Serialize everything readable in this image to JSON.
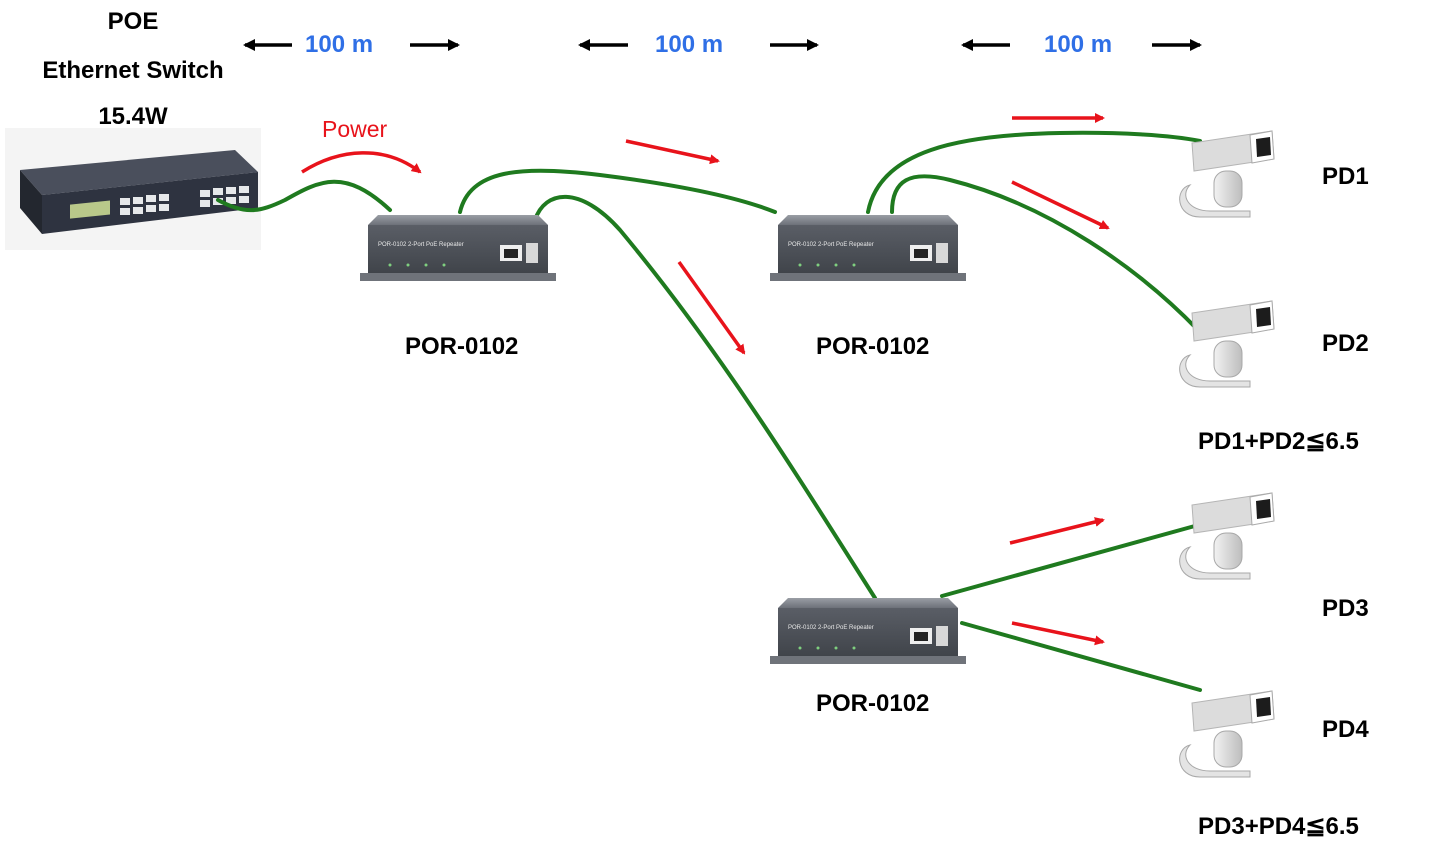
{
  "switch": {
    "line1": "POE",
    "line2": "Ethernet Switch",
    "line3": "15.4W"
  },
  "distances": [
    "100 m",
    "100 m",
    "100 m"
  ],
  "power_label": "Power",
  "repeaters": [
    {
      "label": "POR-0102",
      "face_text": "POR-0102  2-Port PoE Repeater"
    },
    {
      "label": "POR-0102",
      "face_text": "POR-0102  2-Port PoE Repeater"
    },
    {
      "label": "POR-0102",
      "face_text": "POR-0102  2-Port PoE Repeater"
    }
  ],
  "devices": [
    "PD1",
    "PD2",
    "PD3",
    "PD4"
  ],
  "constraints": [
    "PD1+PD2≦6.5",
    "PD3+PD4≦6.5"
  ],
  "colors": {
    "cable": "#1f7a1f",
    "power_arrow": "#e8131b",
    "distance_text": "#2f6fe6",
    "label_text": "#000000"
  }
}
